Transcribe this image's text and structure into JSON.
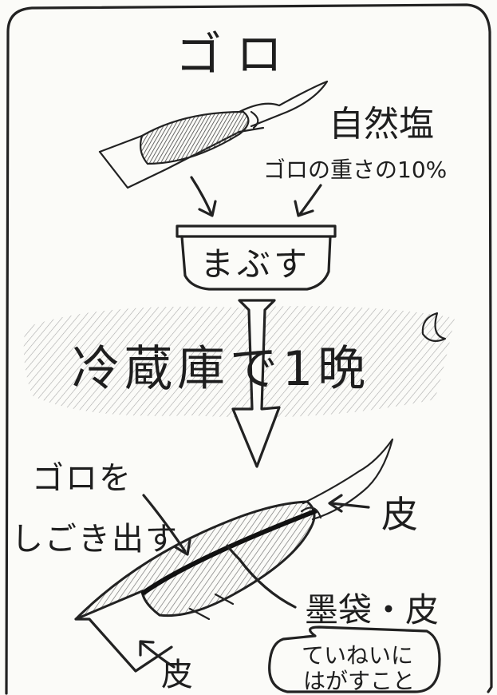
{
  "title": "ゴロ",
  "salt": {
    "label": "自然塩",
    "amount": "ゴロの重さの10%"
  },
  "bowl_label": "まぶす",
  "fridge_label": "冷蔵庫で1晩",
  "squeeze_label": {
    "line1": "ゴロを",
    "line2": "しごき出す"
  },
  "labels": {
    "membrane_top": "皮",
    "ink_sac": "墨袋・皮",
    "membrane_bottom": "皮"
  },
  "note": {
    "line1": "ていねいに",
    "line2": "はがすこと"
  }
}
